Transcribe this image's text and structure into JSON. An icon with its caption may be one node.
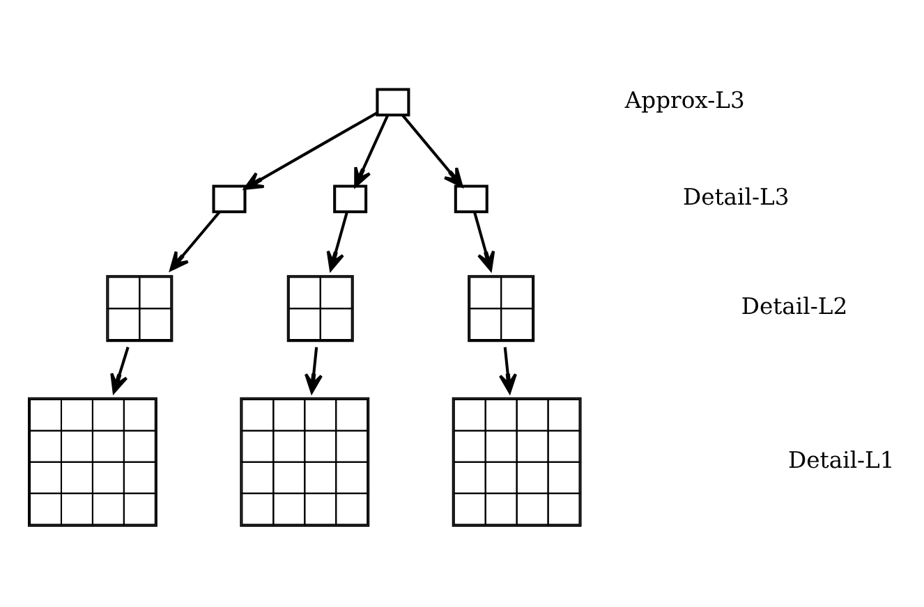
{
  "diagram": {
    "nodes": [
      {
        "text": [],
        "shape": "box"
      },
      {
        "text": [],
        "shape": "box"
      },
      {
        "text": [],
        "shape": "box"
      },
      {
        "text": [],
        "shape": "box"
      },
      {
        "text": [],
        "shape": "grid"
      },
      {
        "text": [],
        "shape": "grid"
      },
      {
        "text": [],
        "shape": "grid"
      },
      {
        "text": [],
        "shape": "grid"
      },
      {
        "text": [],
        "shape": "grid"
      },
      {
        "text": [],
        "shape": "grid"
      }
    ],
    "edges": [
      {
        "from": 0,
        "to": 1,
        "arrow": "to"
      },
      {
        "from": 0,
        "to": 2,
        "arrow": "to"
      },
      {
        "from": 0,
        "to": 3,
        "arrow": "to"
      },
      {
        "from": 1,
        "to": 4,
        "arrow": "to"
      },
      {
        "from": 2,
        "to": 5,
        "arrow": "to"
      },
      {
        "from": 3,
        "to": 6,
        "arrow": "to"
      },
      {
        "from": 4,
        "to": 7,
        "arrow": "to"
      },
      {
        "from": 5,
        "to": 8,
        "arrow": "to"
      },
      {
        "from": 6,
        "to": 9,
        "arrow": "to"
      }
    ],
    "labels": [
      "Approx-L3",
      "Detail-L3",
      "Detail-L2",
      "Detail-L1"
    ]
  }
}
